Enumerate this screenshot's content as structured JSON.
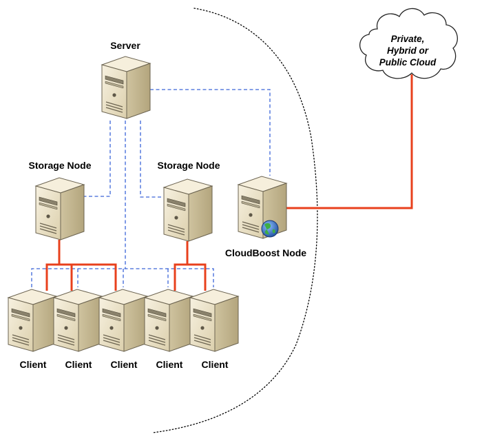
{
  "labels": {
    "server": "Server",
    "storage_node_left": "Storage Node",
    "storage_node_right": "Storage Node",
    "cloudboost": "CloudBoost Node",
    "clients": [
      "Client",
      "Client",
      "Client",
      "Client",
      "Client"
    ]
  },
  "cloud": {
    "lines": [
      "Private,",
      "Hybrid or",
      "Public Cloud"
    ]
  },
  "colors": {
    "red_link": "#e8401c",
    "blue_link": "#3a63d8",
    "server_body": "#efe6cf",
    "server_side": "#c9bc98",
    "globe": "#2f6fc9"
  }
}
